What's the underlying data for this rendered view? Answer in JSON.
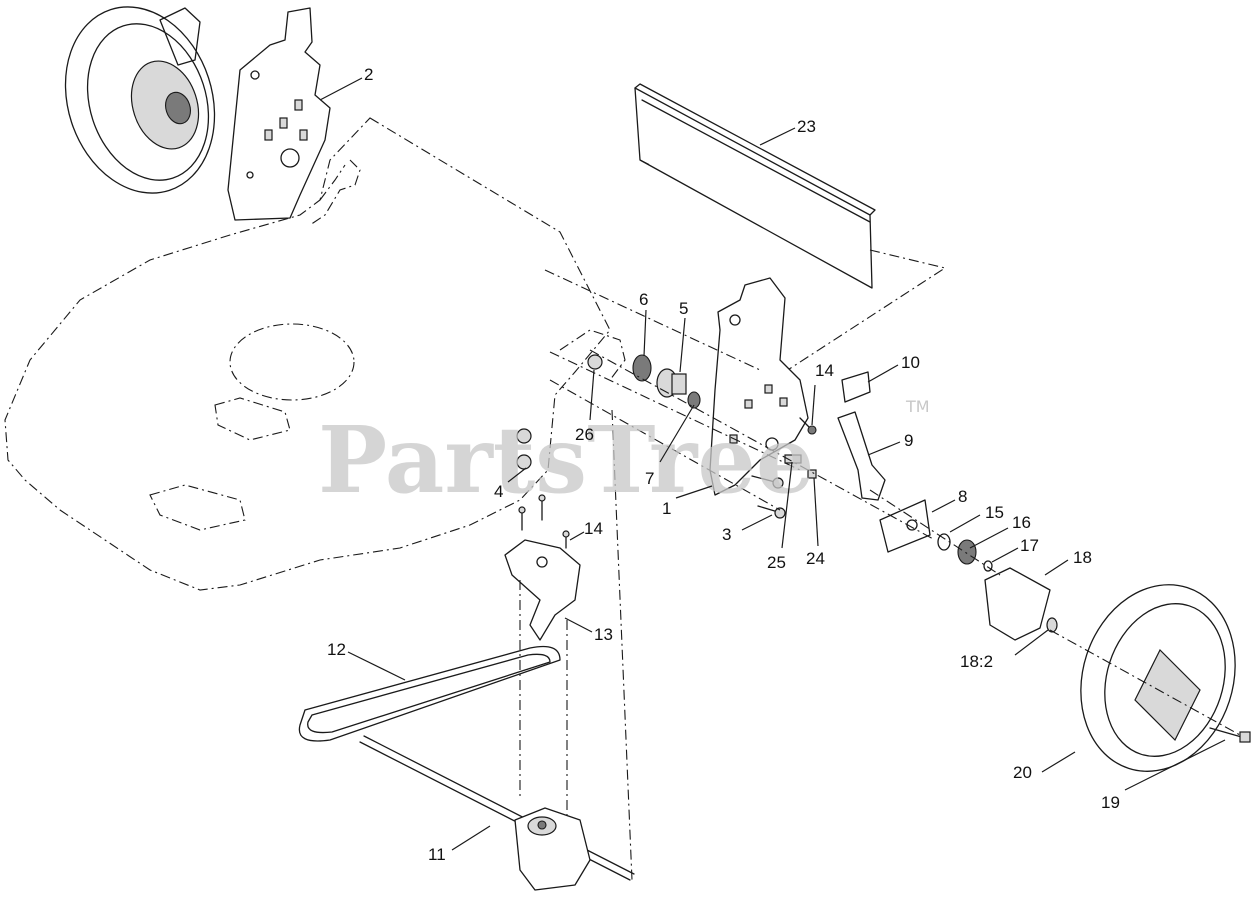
{
  "watermark": {
    "text": "PartsTree",
    "trademark": "TM"
  },
  "callouts": [
    {
      "label": "2"
    },
    {
      "label": "23"
    },
    {
      "label": "6"
    },
    {
      "label": "5"
    },
    {
      "label": "10"
    },
    {
      "label": "14"
    },
    {
      "label": "9"
    },
    {
      "label": "26"
    },
    {
      "label": "7"
    },
    {
      "label": "1"
    },
    {
      "label": "4"
    },
    {
      "label": "8"
    },
    {
      "label": "3"
    },
    {
      "label": "15"
    },
    {
      "label": "16"
    },
    {
      "label": "25"
    },
    {
      "label": "24"
    },
    {
      "label": "14"
    },
    {
      "label": "17"
    },
    {
      "label": "18"
    },
    {
      "label": "13"
    },
    {
      "label": "12"
    },
    {
      "label": "18:2"
    },
    {
      "label": "20"
    },
    {
      "label": "19"
    },
    {
      "label": "11"
    }
  ]
}
